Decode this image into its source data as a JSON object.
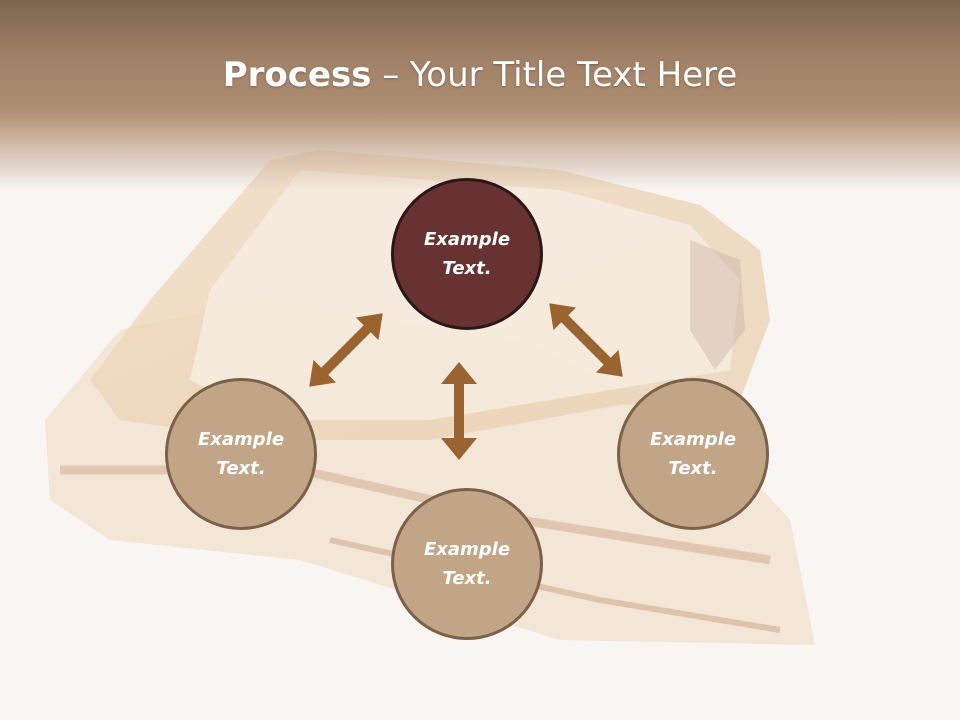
{
  "slide": {
    "title_strong": "Process",
    "title_rest": " – Your Title Text Here"
  },
  "diagram": {
    "center": {
      "line1": "Example",
      "line2": "Text."
    },
    "left": {
      "line1": "Example",
      "line2": "Text."
    },
    "bottom": {
      "line1": "Example",
      "line2": "Text."
    },
    "right": {
      "line1": "Example",
      "line2": "Text."
    }
  },
  "colors": {
    "header": "#9f8066",
    "center_circle": "#683232",
    "node_circle": "#c2a587",
    "arrow": "#9a6431"
  }
}
